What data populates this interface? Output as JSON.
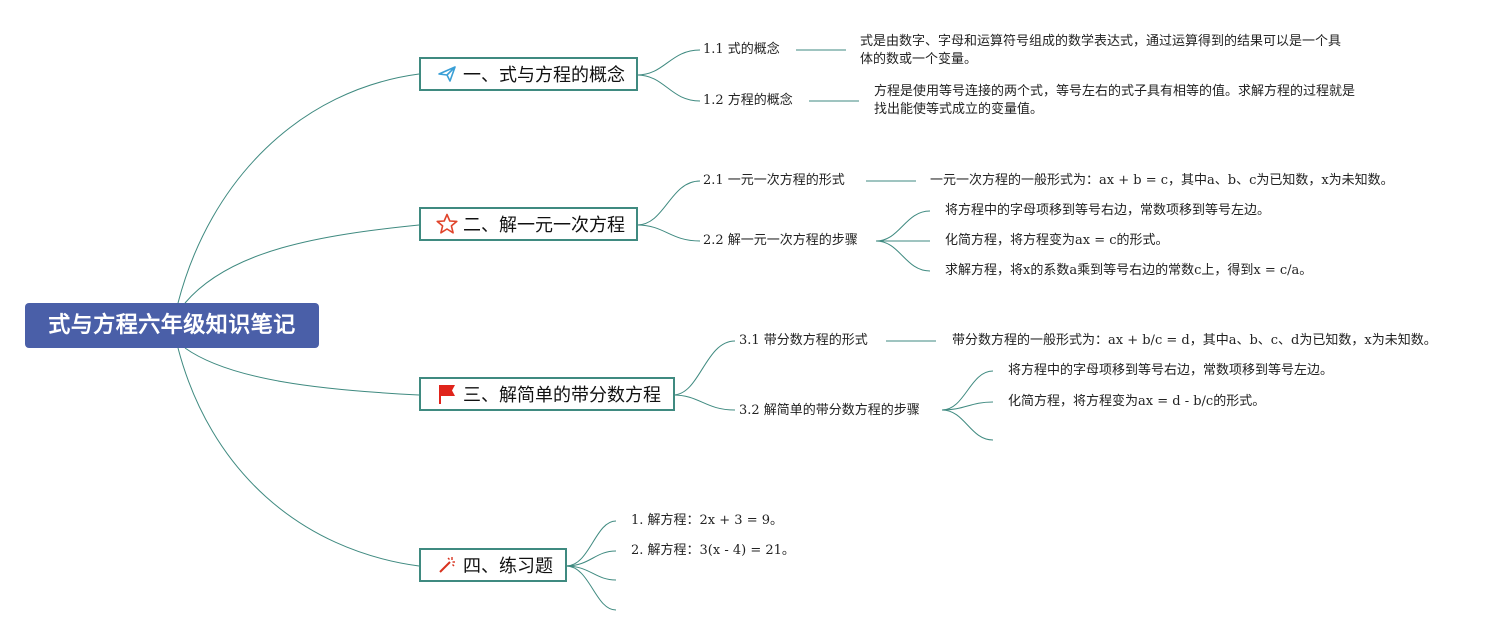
{
  "root": "式与方程六年级知识笔记",
  "branches": [
    {
      "label": "一、式与方程的概念",
      "icon": "paper-plane-icon",
      "children": [
        {
          "label": "1.1 式的概念",
          "detail": "式是由数字、字母和运算符号组成的数学表达式，通过运算得到的结果可以是一个具体的数或一个变量。"
        },
        {
          "label": "1.2 方程的概念",
          "detail": "方程是使用等号连接的两个式，等号左右的式子具有相等的值。求解方程的过程就是找出能使等式成立的变量值。"
        }
      ]
    },
    {
      "label": "二、解一元一次方程",
      "icon": "star-icon",
      "children": [
        {
          "label": "2.1 一元一次方程的形式",
          "detail": "一元一次方程的一般形式为：ax + b = c，其中a、b、c为已知数，x为未知数。"
        },
        {
          "label": "2.2 解一元一次方程的步骤",
          "steps": [
            "将方程中的字母项移到等号右边，常数项移到等号左边。",
            "化简方程，将方程变为ax = c的形式。",
            "求解方程，将x的系数a乘到等号右边的常数c上，得到x = c/a。"
          ]
        }
      ]
    },
    {
      "label": "三、解简单的带分数方程",
      "icon": "flag-icon",
      "children": [
        {
          "label": "3.1 带分数方程的形式",
          "detail": "带分数方程的一般形式为：ax + b/c = d，其中a、b、c、d为已知数，x为未知数。"
        },
        {
          "label": "3.2 解简单的带分数方程的步骤",
          "steps": [
            "将方程中的字母项移到等号右边，常数项移到等号左边。",
            "化简方程，将方程变为ax = d - b/c的形式。"
          ]
        }
      ]
    },
    {
      "label": "四、练习题",
      "icon": "magic-wand-icon",
      "children": [
        {
          "label": "1. 解方程：2x + 3 = 9。"
        },
        {
          "label": "2. 解方程：3(x - 4) = 21。"
        }
      ]
    }
  ],
  "colors": {
    "root_bg": "#4a5fa8",
    "line": "#3f8a80",
    "plane": "#3a9fd6",
    "star": "#e0442b",
    "flag": "#e0241b",
    "wand": "#d8321e"
  }
}
